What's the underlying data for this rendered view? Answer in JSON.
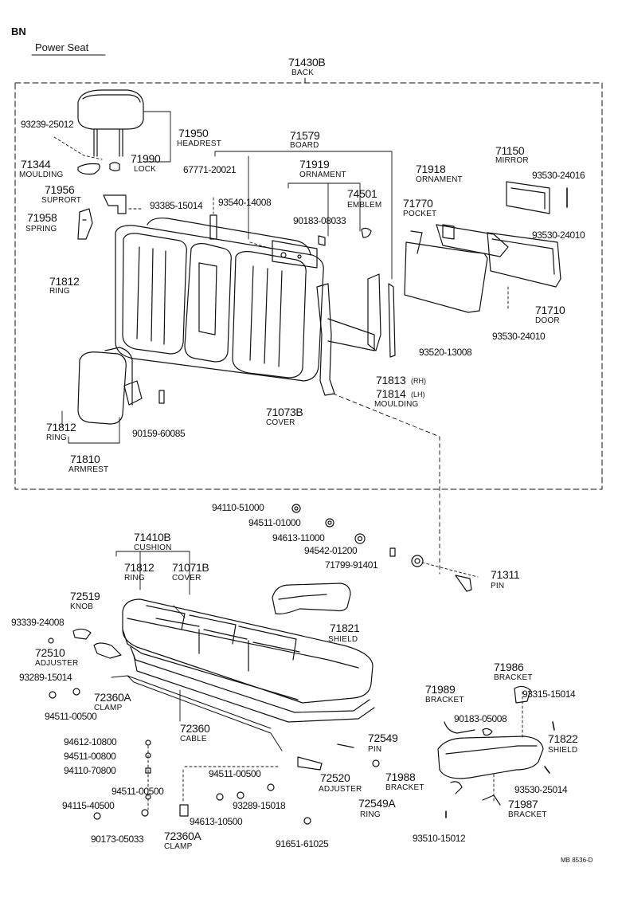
{
  "header": {
    "code": "BN",
    "title": "Power Seat"
  },
  "footer": {
    "ref": "MB 8536-D"
  },
  "back_box": {
    "part": "71430B",
    "name": "BACK"
  },
  "labels": {
    "l71950": "71950",
    "l71950n": "HEADREST",
    "l93239": "93239-25012",
    "l71990": "71990",
    "l71990n": "LOCK",
    "l71344": "71344",
    "l71344n": "MOULDING",
    "l71579": "71579",
    "l71579n": "BOARD",
    "l67771": "67771-20021",
    "l71919": "71919",
    "l71919n": "ORNAMENT",
    "l71956": "71956",
    "l71956n": "SUPRORT",
    "l93385": "93385-15014",
    "l93540a": "93540-14008",
    "l74501": "74501",
    "l74501n": "EMBLEM",
    "l90183a": "90183-08033",
    "l71958": "71958",
    "l71958n": "SPRING",
    "l71918": "71918",
    "l71918n": "ORNAMENT",
    "l71770": "71770",
    "l71770n": "POCKET",
    "l71150": "71150",
    "l71150n": "MIRROR",
    "l93530a": "93530-24016",
    "l93530b": "93530-24010",
    "l71812a": "71812",
    "l71812an": "RING",
    "l71710": "71710",
    "l71710n": "DOOR",
    "l93530c": "93530-24010",
    "l93520": "93520-13008",
    "l71813": "71813",
    "l71813s": "(RH)",
    "l71814": "71814",
    "l71814s": "(LH)",
    "l71814n": "MOULDING",
    "l71073": "71073B",
    "l71073n": "COVER",
    "l71812b": "71812",
    "l71812bn": "RING",
    "l90159": "90159-60085",
    "l71810": "71810",
    "l71810n": "ARMREST",
    "l94110a": "94110-51000",
    "l94511a": "94511-01000",
    "l94613a": "94613-11000",
    "l94542": "94542-01200",
    "l71799": "71799-91401",
    "l71311": "71311",
    "l71311n": "PIN",
    "l71410": "71410B",
    "l71410n": "CUSHION",
    "l71812c": "71812",
    "l71812cn": "RING",
    "l71071": "71071B",
    "l71071n": "COVER",
    "l72519": "72519",
    "l72519n": "KNOB",
    "l93339": "93339-24008",
    "l71821": "71821",
    "l71821n": "SHIELD",
    "l72510": "72510",
    "l72510n": "ADJUSTER",
    "l93289a": "93289-15014",
    "l72360A1": "72360A",
    "l72360A1n": "CLAMP",
    "l94511b": "94511-00500",
    "l71986": "71986",
    "l71986n": "BRACKET",
    "l71989": "71989",
    "l71989n": "BRACKET",
    "l93315": "93315-15014",
    "l90183b": "90183-05008",
    "l72360": "72360",
    "l72360n": "CABLE",
    "l72549": "72549",
    "l72549n": "PIN",
    "l71822": "71822",
    "l71822n": "SHIELD",
    "l94612": "94612-10800",
    "l94511c": "94511-00800",
    "l94110b": "94110-70800",
    "l94511d": "94511-00500",
    "l94511e": "94511-00500",
    "l93289b": "93289-15018",
    "l72520": "72520",
    "l72520n": "ADJUSTER",
    "l71988": "71988",
    "l71988n": "BRACKET",
    "l93530d": "93530-25014",
    "l94115": "94115-40500",
    "l94613b": "94613-10500",
    "l72549A": "72549A",
    "l72549An": "RING",
    "l71987": "71987",
    "l71987n": "BRACKET",
    "l90173": "90173-05033",
    "l72360A2": "72360A",
    "l72360A2n": "CLAMP",
    "l91651": "91651-61025",
    "l93510": "93510-15012"
  }
}
